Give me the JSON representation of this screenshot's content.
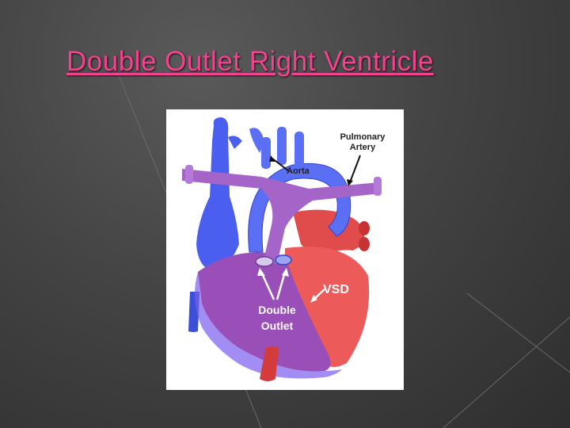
{
  "slide": {
    "title": "Double Outlet Right Ventricle"
  },
  "diagram": {
    "labels": {
      "pulmonary_line1": "Pulmonary",
      "pulmonary_line2": "Artery",
      "aorta": "Aorta",
      "vsd": "VSD",
      "double": "Double",
      "outlet": "Outlet"
    }
  }
}
